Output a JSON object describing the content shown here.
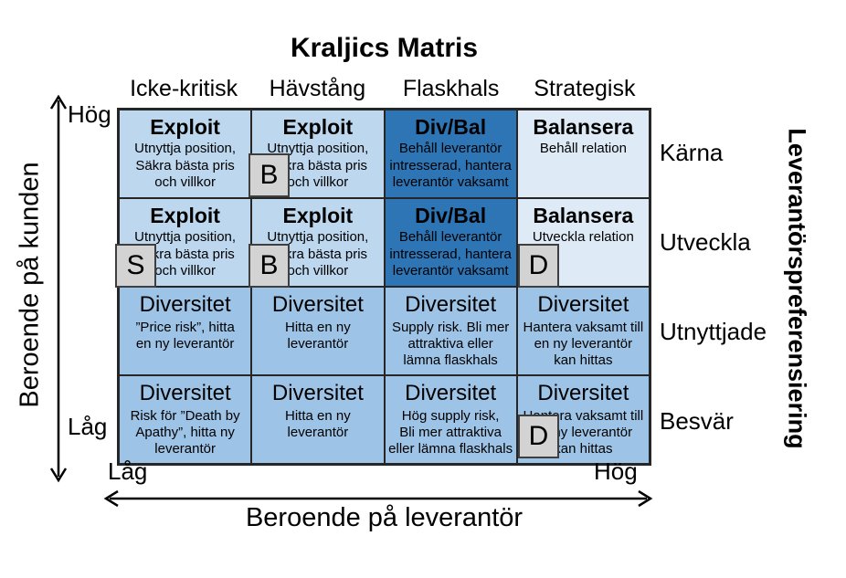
{
  "title": "Kraljics Matris",
  "column_headers": [
    "Icke-kritisk",
    "Hävstång",
    "Flaskhals",
    "Strategisk"
  ],
  "row_labels": [
    "Kärna",
    "Utveckla",
    "Utnyttjade",
    "Besvär"
  ],
  "axes": {
    "left": {
      "label": "Beroende på kunden",
      "top": "Hög",
      "bottom": "Låg"
    },
    "bottom": {
      "label": "Beroende på leverantör",
      "left": "Låg",
      "right": "Hög"
    },
    "right": {
      "label": "Leverantörspreferensiering"
    }
  },
  "cells": {
    "r1": [
      {
        "heading": "Exploit",
        "body": "Utnyttja position,\nSäkra bästa pris\noch villkor"
      },
      {
        "heading": "Exploit",
        "body": "Utnyttja position,\nSäkra bästa pris\noch villkor"
      },
      {
        "heading": "Div/Bal",
        "body": "Behåll leverantör\nintresserad, hantera\nleverantör vaksamt"
      },
      {
        "heading": "Balansera",
        "body": "Behåll relation"
      }
    ],
    "r2": [
      {
        "heading": "Exploit",
        "body": "Utnyttja position,\nSäkra bästa pris\noch villkor"
      },
      {
        "heading": "Exploit",
        "body": "Utnyttja position,\nSäkra bästa pris\noch villkor"
      },
      {
        "heading": "Div/Bal",
        "body": "Behåll leverantör\nintresserad, hantera\nleverantör vaksamt"
      },
      {
        "heading": "Balansera",
        "body": "Utveckla relation"
      }
    ],
    "r3": [
      {
        "heading": "Diversitet",
        "body": "”Price risk”, hitta\nen ny leverantör"
      },
      {
        "heading": "Diversitet",
        "body": "Hitta en ny\nleverantör"
      },
      {
        "heading": "Diversitet",
        "body": "Supply risk. Bli mer\nattraktiva eller\nlämna flaskhals"
      },
      {
        "heading": "Diversitet",
        "body": "Hantera vaksamt till\nen ny leverantör\nkan hittas"
      }
    ],
    "r4": [
      {
        "heading": "Diversitet",
        "body": "Risk för ”Death by\nApathy”, hitta ny\nleverantör"
      },
      {
        "heading": "Diversitet",
        "body": "Hitta en ny\nleverantör"
      },
      {
        "heading": "Diversitet",
        "body": "Hög supply risk,\nBli mer attraktiva\neller lämna flaskhals"
      },
      {
        "heading": "Diversitet",
        "body": "Hantera vaksamt till\nen ny leverantör\nkan hittas"
      }
    ]
  },
  "badges": [
    {
      "letter": "B"
    },
    {
      "letter": "S"
    },
    {
      "letter": "B"
    },
    {
      "letter": "D"
    },
    {
      "letter": "D"
    }
  ],
  "colors": {
    "cell_light": "#BDD7EE",
    "cell_mid": "#9DC3E6",
    "cell_dark": "#2E75B6",
    "cell_pale": "#DEEBF7",
    "badge_fill": "#D3D3D3",
    "grid_line": "#262626"
  }
}
